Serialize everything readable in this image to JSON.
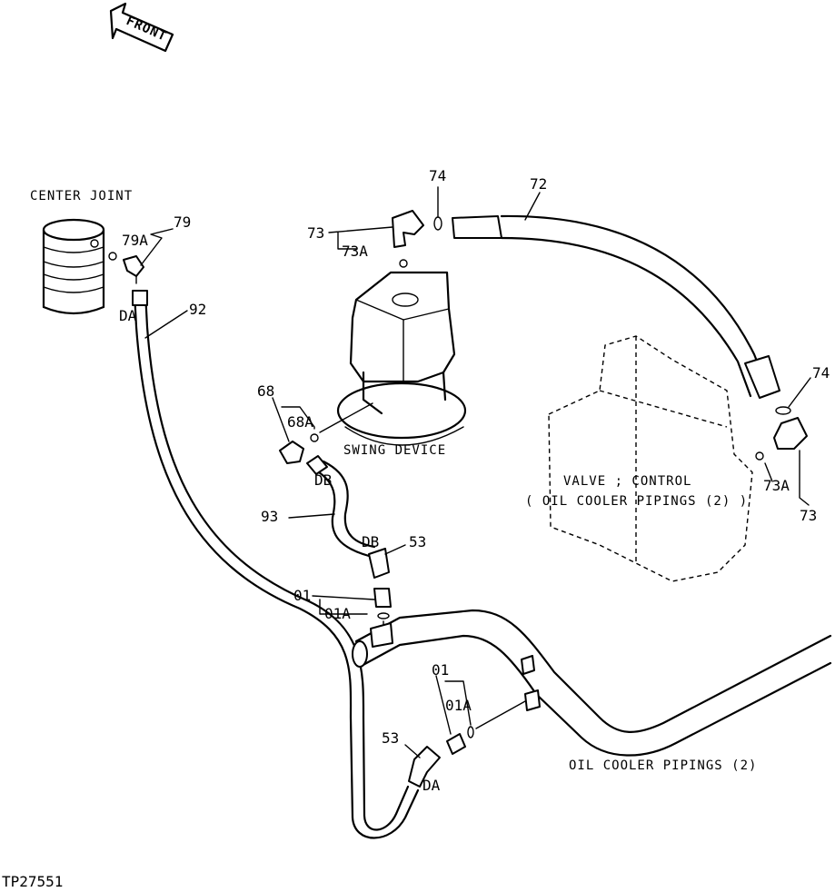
{
  "figure_id": "TP27551",
  "front_arrow": "FRONT",
  "components": {
    "center_joint": "CENTER JOINT",
    "swing_device": "SWING DEVICE",
    "valve_line1": "VALVE ; CONTROL",
    "valve_line2": "( OIL COOLER PIPINGS (2) )",
    "oil_cooler_pipings": "OIL COOLER PIPINGS (2)"
  },
  "part_labels": {
    "p74_top": "74",
    "p72": "72",
    "p73_top": "73",
    "p73A_top": "73A",
    "p79": "79",
    "p79A": "79A",
    "p92": "92",
    "pDA_top": "DA",
    "p68": "68",
    "p68A": "68A",
    "pDB_upper": "DB",
    "p93": "93",
    "pDB_lower": "DB",
    "p53_mid": "53",
    "p01_mid": "01",
    "p01A_mid": "01A",
    "p01_low": "01",
    "p01A_low": "01A",
    "p53_low": "53",
    "pDA_low": "DA",
    "p74_right": "74",
    "p73A_right": "73A",
    "p73_right": "73"
  }
}
